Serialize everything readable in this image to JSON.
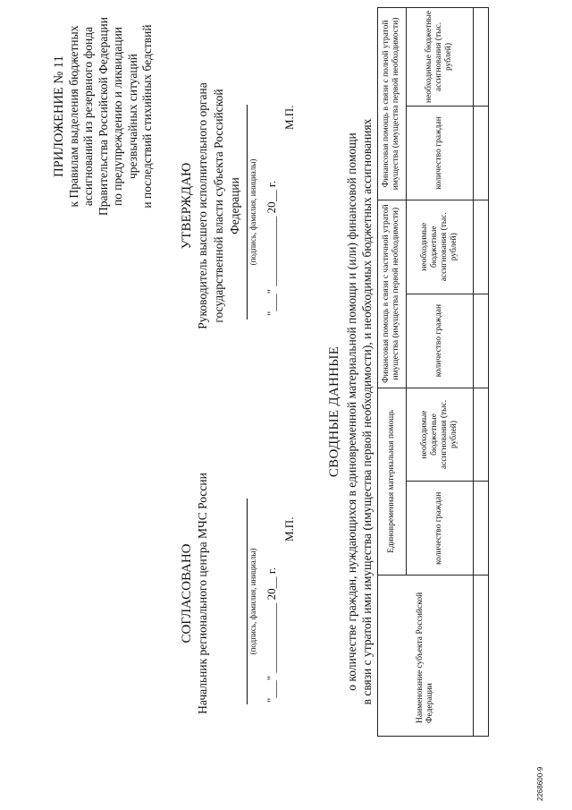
{
  "appendix": {
    "title": "ПРИЛОЖЕНИЕ № 11",
    "lines": [
      "к Правилам выделения бюджетных",
      "ассигнований из резервного фонда",
      "Правительства Российской Федерации",
      "по предупреждению и ликвидации",
      "чрезвычайных ситуаций",
      "и последствий стихийных бедствий"
    ]
  },
  "agreed": {
    "heading": "СОГЛАСОВАНО",
    "role": "Начальник регионального центра МЧС России",
    "signature_caption": "(подпись, фамилия, инициалы)",
    "date_prefix": "\"___\" ____________",
    "date_year": "20__ г.",
    "stamp": "М.П."
  },
  "approved": {
    "heading": "УТВЕРЖДАЮ",
    "role_line1": "Руководитель высшего исполнительного органа",
    "role_line2": "государственной власти субъекта Российской Федерации",
    "signature_caption": "(подпись, фамилия, инициалы)",
    "date_prefix": "\"___\" ____________",
    "date_year": "20__ г.",
    "stamp": "М.П."
  },
  "summary": {
    "heading": "СВОДНЫЕ ДАННЫЕ",
    "line1": "о количестве граждан, нуждающихся в единовременной материальной помощи и (или) финансовой помощи",
    "line2": "в связи с утратой ими имущества (имущества первой необходимости), и необходимых бюджетных ассигнованиях"
  },
  "table": {
    "col_subject": "Наименование субъекта Российской Федерации",
    "groups": [
      "Единовременная материальная помощь",
      "Финансовая помощь в связи с частичной утратой имущества (имущества первой необходимости)",
      "Финансовая помощь в связи с полной утратой имущества (имущества первой необходимости)"
    ],
    "sub_count": "количество граждан",
    "sub_budget": "необходимые бюджетные ассигнования (тыс. рублей)"
  },
  "footer_code": "2268600-9"
}
